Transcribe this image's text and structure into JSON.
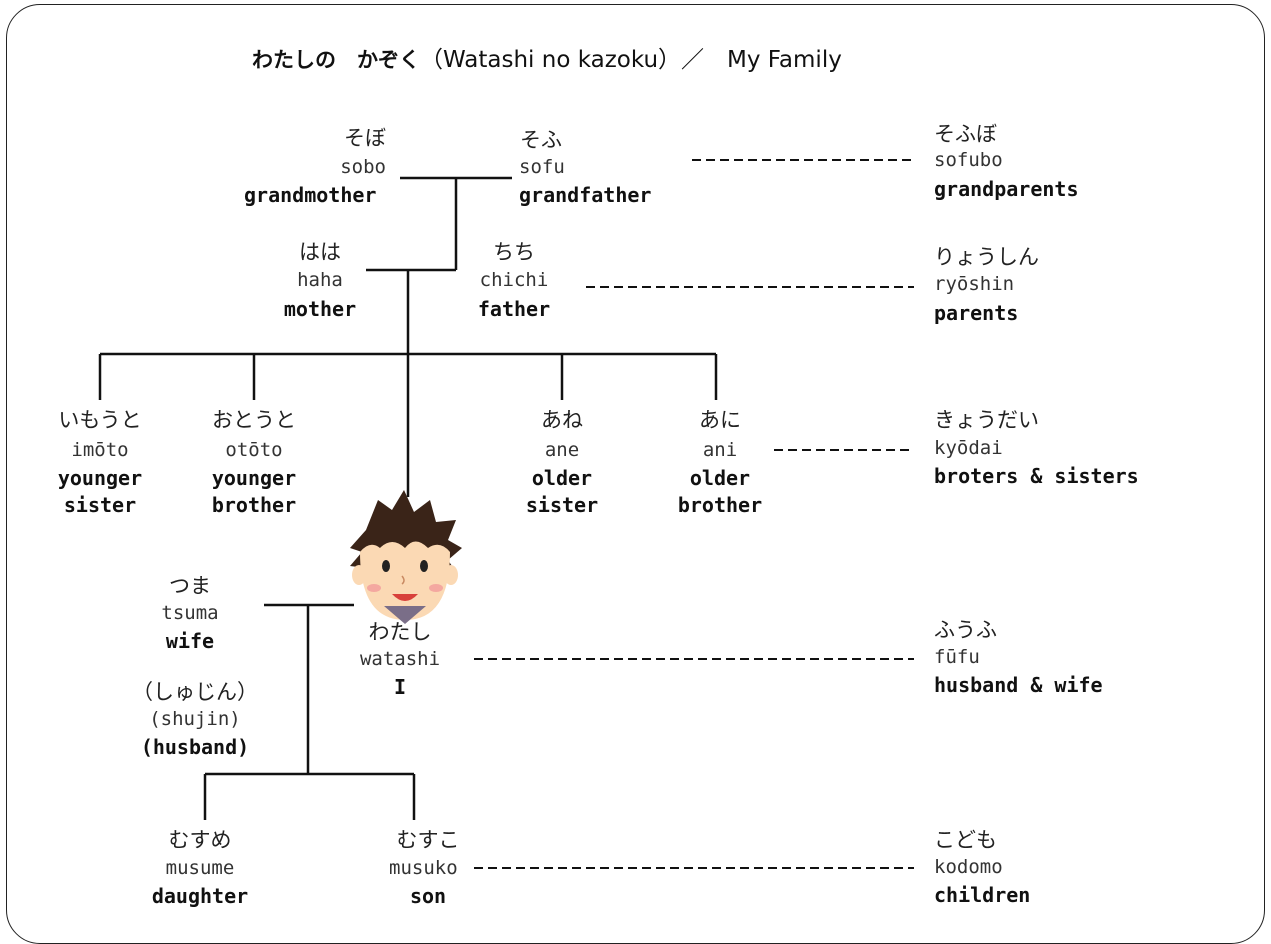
{
  "title": {
    "jp": "わたしの　かぞく",
    "rest": "（Watashi no kazoku）／　My Family"
  },
  "colors": {
    "line": "#111111",
    "text": "#222222",
    "hair": "#3a2418",
    "skin": "#fbd9b4"
  },
  "icon": "boy-face-icon",
  "members": {
    "sobo": {
      "jp": "そぼ",
      "ro": "sobo",
      "en": "grandmother"
    },
    "sofu": {
      "jp": "そふ",
      "ro": "sofu",
      "en": "grandfather"
    },
    "haha": {
      "jp": "はは",
      "ro": "haha",
      "en": "mother"
    },
    "chichi": {
      "jp": "ちち",
      "ro": "chichi",
      "en": "father"
    },
    "imoto": {
      "jp": "いもうと",
      "ro": "imōto",
      "en1": "younger",
      "en2": "sister"
    },
    "ototo": {
      "jp": "おとうと",
      "ro": "otōto",
      "en1": "younger",
      "en2": "brother"
    },
    "ane": {
      "jp": "あね",
      "ro": "ane",
      "en1": "older",
      "en2": "sister"
    },
    "ani": {
      "jp": "あに",
      "ro": "ani",
      "en1": "older",
      "en2": "brother"
    },
    "tsuma": {
      "jp": "つま",
      "ro": "tsuma",
      "en": "wife"
    },
    "shujin": {
      "jp": "（しゅじん）",
      "ro": "(shujin)",
      "en": "(husband)"
    },
    "watashi": {
      "jp": "わたし",
      "ro": "watashi",
      "en": "I"
    },
    "musume": {
      "jp": "むすめ",
      "ro": "musume",
      "en": "daughter"
    },
    "musuko": {
      "jp": "むすこ",
      "ro": "musuko",
      "en": "son"
    }
  },
  "groups": {
    "sofubo": {
      "jp": "そふぼ",
      "ro": "sofubo",
      "en": "grandparents"
    },
    "ryoshin": {
      "jp": "りょうしん",
      "ro": "ryōshin",
      "en": "parents"
    },
    "kyodai": {
      "jp": "きょうだい",
      "ro": "kyōdai",
      "en": "broters & sisters"
    },
    "fufu": {
      "jp": "ふうふ",
      "ro": "fūfu",
      "en": "husband & wife"
    },
    "kodomo": {
      "jp": "こども",
      "ro": "kodomo",
      "en": "children"
    }
  }
}
